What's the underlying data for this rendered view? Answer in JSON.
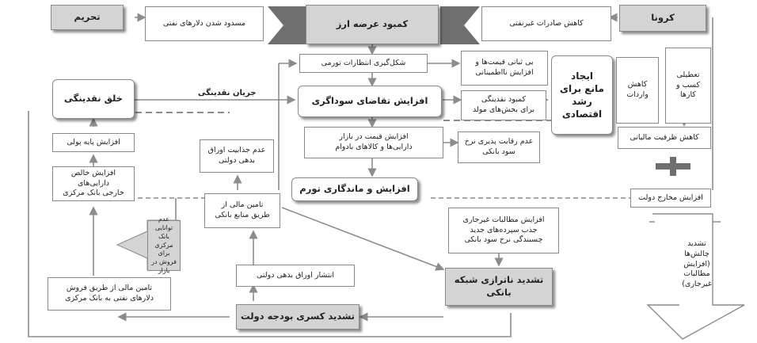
{
  "nodes": {
    "sanctions": "تحریم",
    "corona": "کرونا",
    "blocked_oil_dollars": "مسدود شدن دلارهای نفتی",
    "fx_supply_shortage": "کمبود عرضه ارز",
    "non_oil_exports_decline": "کاهش صادرات غیرنفتی",
    "inflation_expectations": "شکل‌گیری انتظارات تورمی",
    "price_instability": "بی ثباتی قیمت‌ها و\nافزایش نااطمینانی",
    "speculative_demand": "افزایش تقاضای سوداگری",
    "liquidity_shortage": "کمبود نقدینگی\nبرای بخش‌های مولد",
    "growth_barrier": "ایجاد\nمانع برای\nرشد\nاقتصادی",
    "import_decline": "کاهش\nواردات",
    "business_closure": "تعطیلی\nکسب و\nکارها",
    "tax_capacity_decline": "کاهش ظرفیت مالیاتی",
    "liquidity_creation": "خلق نقدینگی",
    "liquidity_flow_label": "جریان نقدینگی",
    "monetary_base": "افزایش پایه پولی",
    "nfa_increase": "افزایش خالص دارایی‌های\nخارجی بانک مرکزی",
    "bond_unattractive": "عدم جذابیت اوراق\nبدهی دولتی",
    "asset_price_rise": "افزایش قیمت در بازار\nدارایی‌ها و کالاهای بادوام",
    "rate_noncompetitive": "عدم رقابت پذیری نرخ\nسود بانکی",
    "persistent_inflation": "افزایش و ماندگاری تورم",
    "gov_spending": "افزایش مخارج دولت",
    "market_financing": "تامین مالی از\nطریق منابع بانکی",
    "bank_inability": "عدم توانایی\nبانک مرکزی\nبرای فروش در\nبازار",
    "non_gov_claims": "افزایش مطالبات غیرجاری\nجذب سپرده‌های جدید\nچسبندگی نرخ سود بانکی",
    "intensify_challenges": "تشدید\nچالش‌ها\n(افزایش\nمطالبات\nغیرجاری)",
    "cb_oil_dollar_sale": "تامین مالی از طریق فروش\nدلارهای نفتی به بانک مرکزی",
    "bond_issuance": "انتشار اوراق بدهی دولتی",
    "bank_imbalance": "تشدید ناترازی شبکه\nبانکی",
    "budget_deficit": "تشدید کسری بودجه دولت"
  },
  "colors": {
    "box_border": "#8a8a8a",
    "gray_fill": "#d4d4d4",
    "arrow": "#8c8c8c",
    "dark_arrow": "#6e6e6e"
  }
}
